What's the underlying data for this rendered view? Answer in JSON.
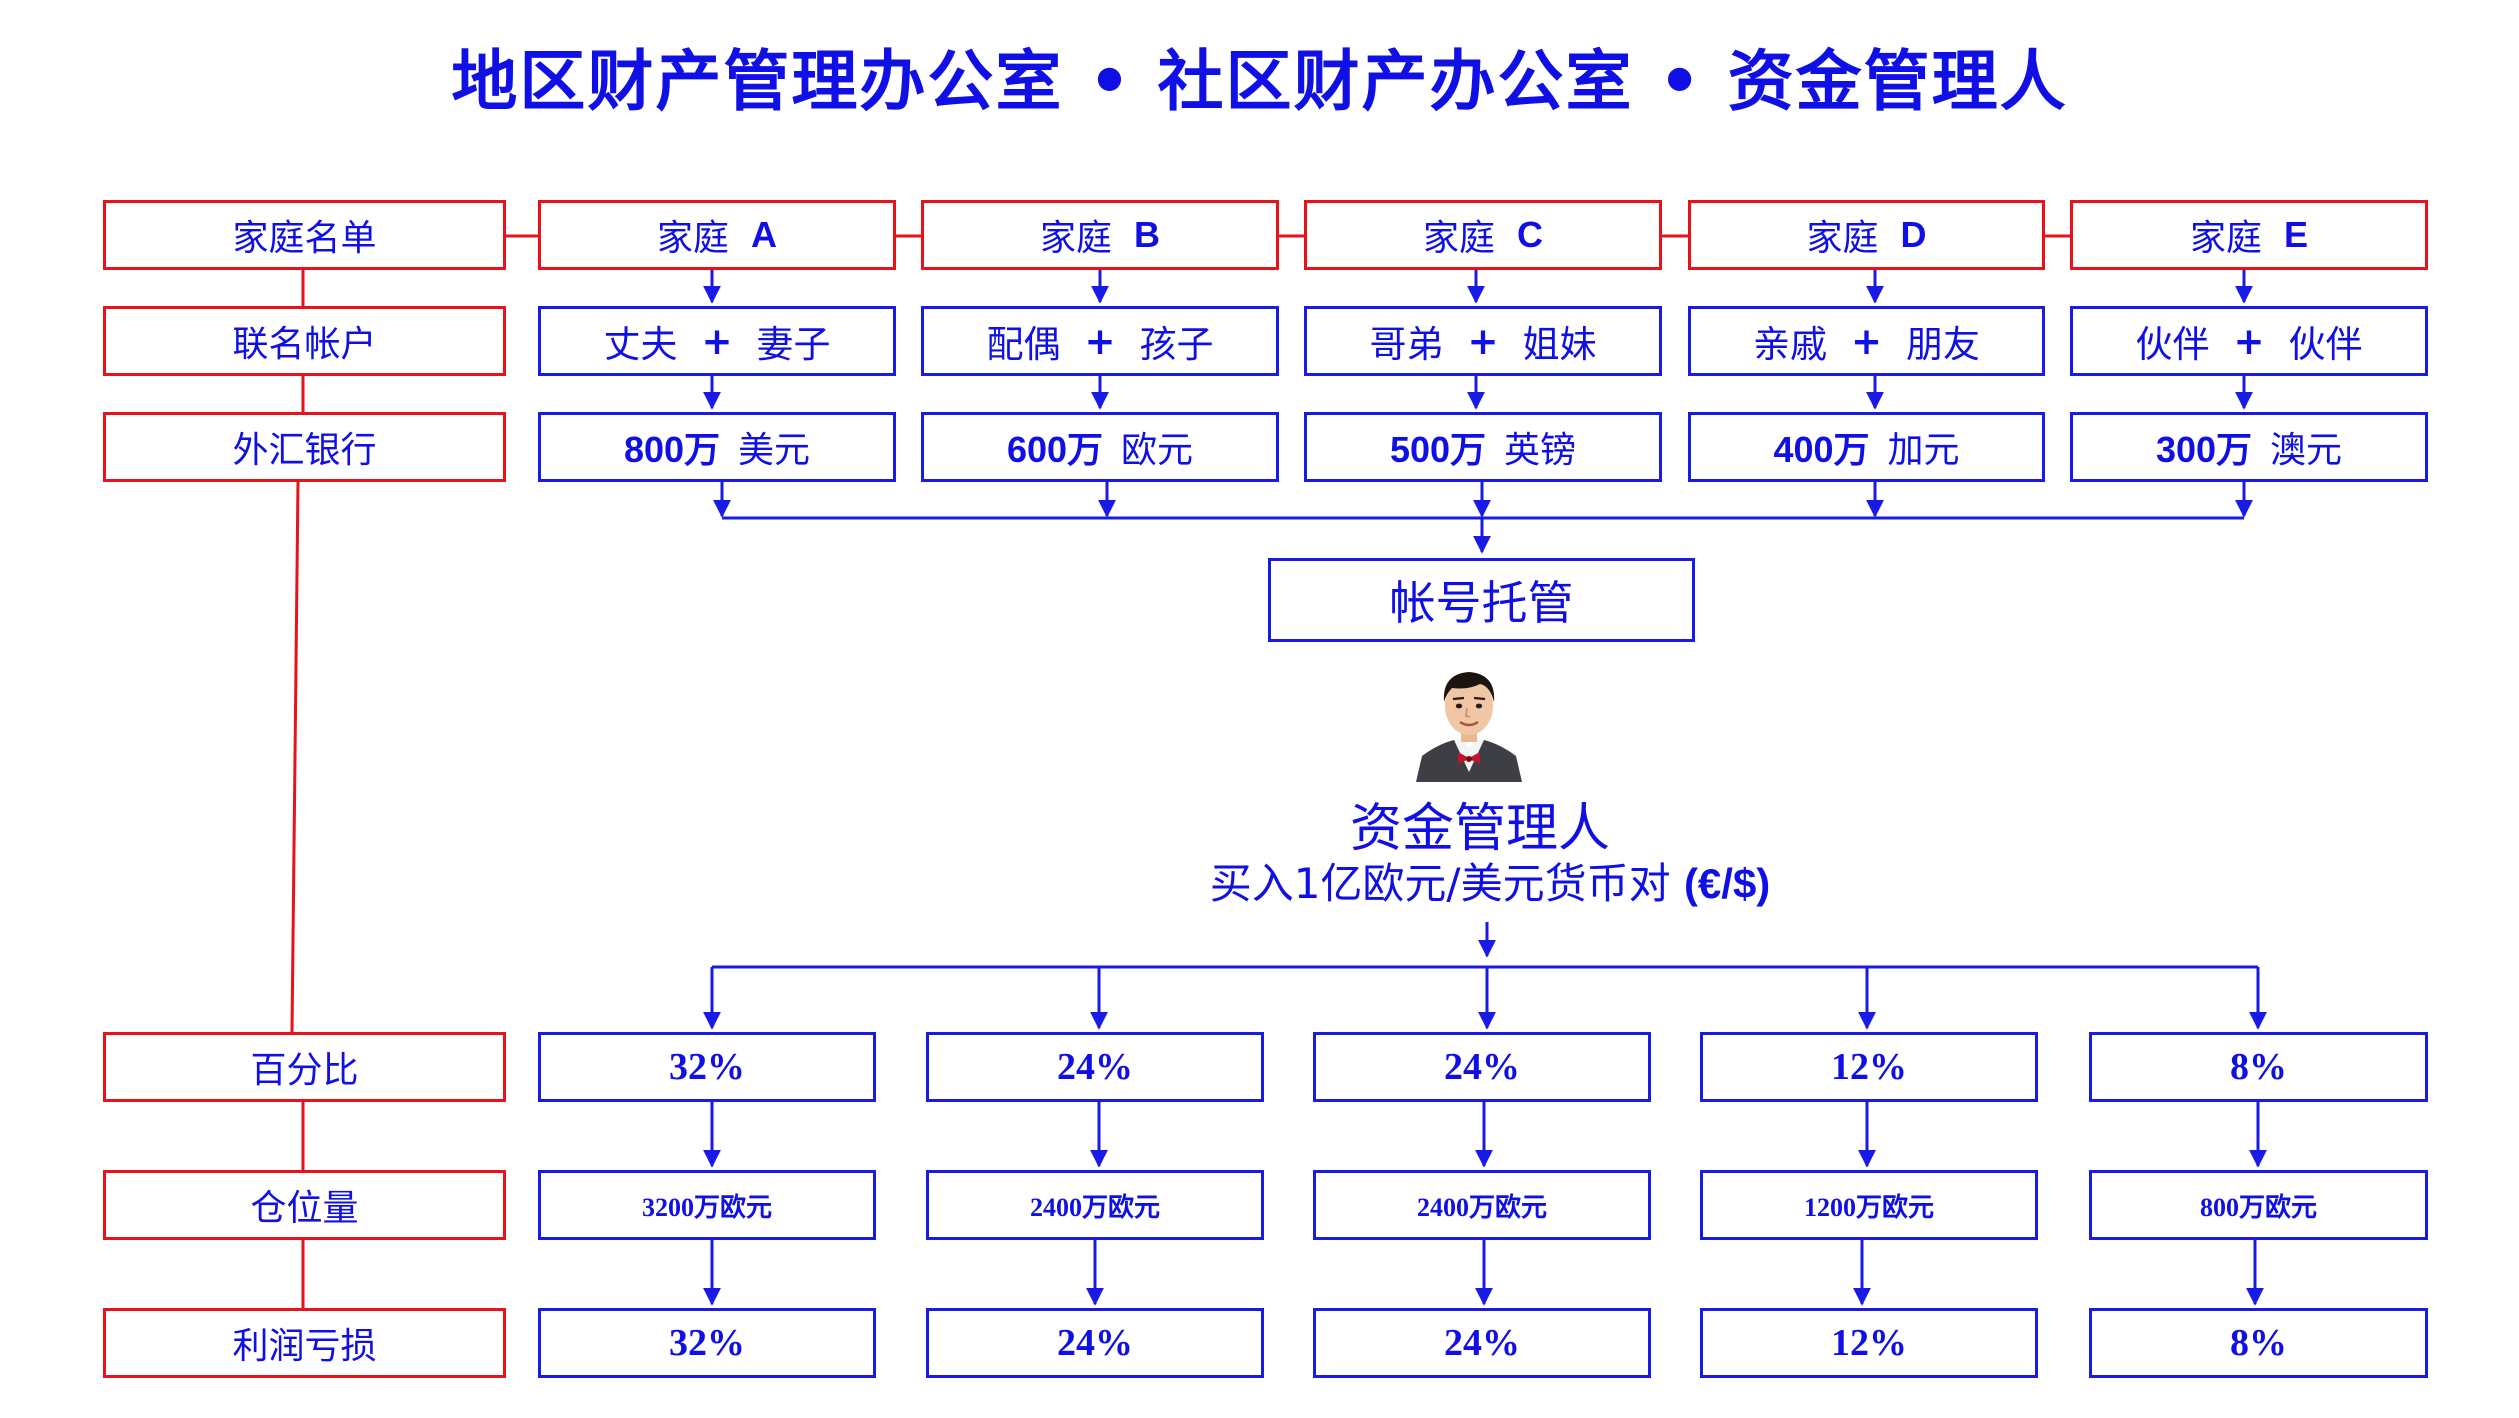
{
  "title": "地区财产管理办公室 • 社区财产办公室 • 资金管理人",
  "row_labels": {
    "families": "家庭名单",
    "joint_accounts": "联名帐户",
    "fx_bank": "外汇银行",
    "percentage": "百分比",
    "position": "仓位量",
    "pnl": "利润亏损"
  },
  "families": [
    {
      "name": "家庭",
      "letter": "A",
      "member1": "丈夫",
      "member2": "妻子",
      "amount": "800万",
      "currency": "美元"
    },
    {
      "name": "家庭",
      "letter": "B",
      "member1": "配偶",
      "member2": "孩子",
      "amount": "600万",
      "currency": "欧元"
    },
    {
      "name": "家庭",
      "letter": "C",
      "member1": "哥弟",
      "member2": "姐妹",
      "amount": "500万",
      "currency": "英镑"
    },
    {
      "name": "家庭",
      "letter": "D",
      "member1": "亲戚",
      "member2": "朋友",
      "amount": "400万",
      "currency": "加元"
    },
    {
      "name": "家庭",
      "letter": "E",
      "member1": "伙伴",
      "member2": "伙伴",
      "amount": "300万",
      "currency": "澳元"
    }
  ],
  "plus_sign": "+",
  "custody": "帐号托管",
  "manager": {
    "icon": "manager-avatar-icon",
    "title": "资金管理人",
    "desc": "买入1亿欧元/美元货币对 ",
    "pair": "(€/$)"
  },
  "allocations": [
    {
      "percent": "32%",
      "position": "3200万欧元",
      "pnl": "32%"
    },
    {
      "percent": "24%",
      "position": "2400万欧元",
      "pnl": "24%"
    },
    {
      "percent": "24%",
      "position": "2400万欧元",
      "pnl": "24%"
    },
    {
      "percent": "12%",
      "position": "1200万欧元",
      "pnl": "12%"
    },
    {
      "percent": "8%",
      "position": "800万欧元",
      "pnl": "8%"
    }
  ],
  "colors": {
    "blue": "#1010e6",
    "red": "#e8121b"
  }
}
